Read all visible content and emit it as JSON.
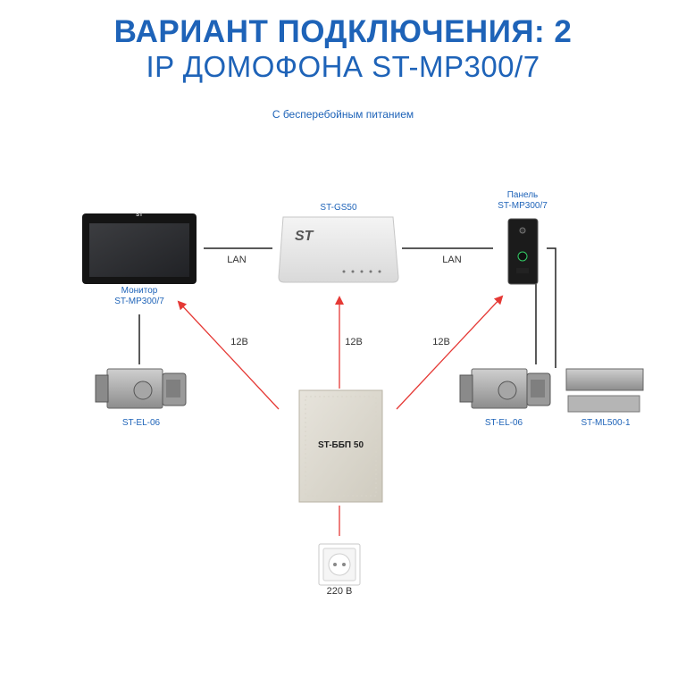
{
  "title": {
    "line1": "ВАРИАНТ ПОДКЛЮЧЕНИЯ: 2",
    "line2": "IP ДОМОФОНА ST-MP300/7",
    "subtitle": "С бесперебойным питанием"
  },
  "devices": {
    "monitor": {
      "label_line1": "Монитор",
      "label_line2": "ST-MP300/7",
      "logo": "ST"
    },
    "switch": {
      "label": "ST-GS50",
      "logo": "ST"
    },
    "panel": {
      "label_line1": "Панель",
      "label_line2": "ST-MP300/7"
    },
    "lock_left": {
      "label": "ST-EL-06"
    },
    "lock_right": {
      "label": "ST-EL-06"
    },
    "maglock": {
      "label": "ST-ML500-1"
    },
    "psu": {
      "label": "ST-ББП 50"
    },
    "socket": {
      "label": "220 В"
    }
  },
  "connections": {
    "lan_left": "LAN",
    "lan_right": "LAN",
    "power_left": "12В",
    "power_center": "12В",
    "power_right": "12В"
  },
  "colors": {
    "title": "#1e63b8",
    "power_arrow": "#e53935",
    "wire": "#222222"
  }
}
